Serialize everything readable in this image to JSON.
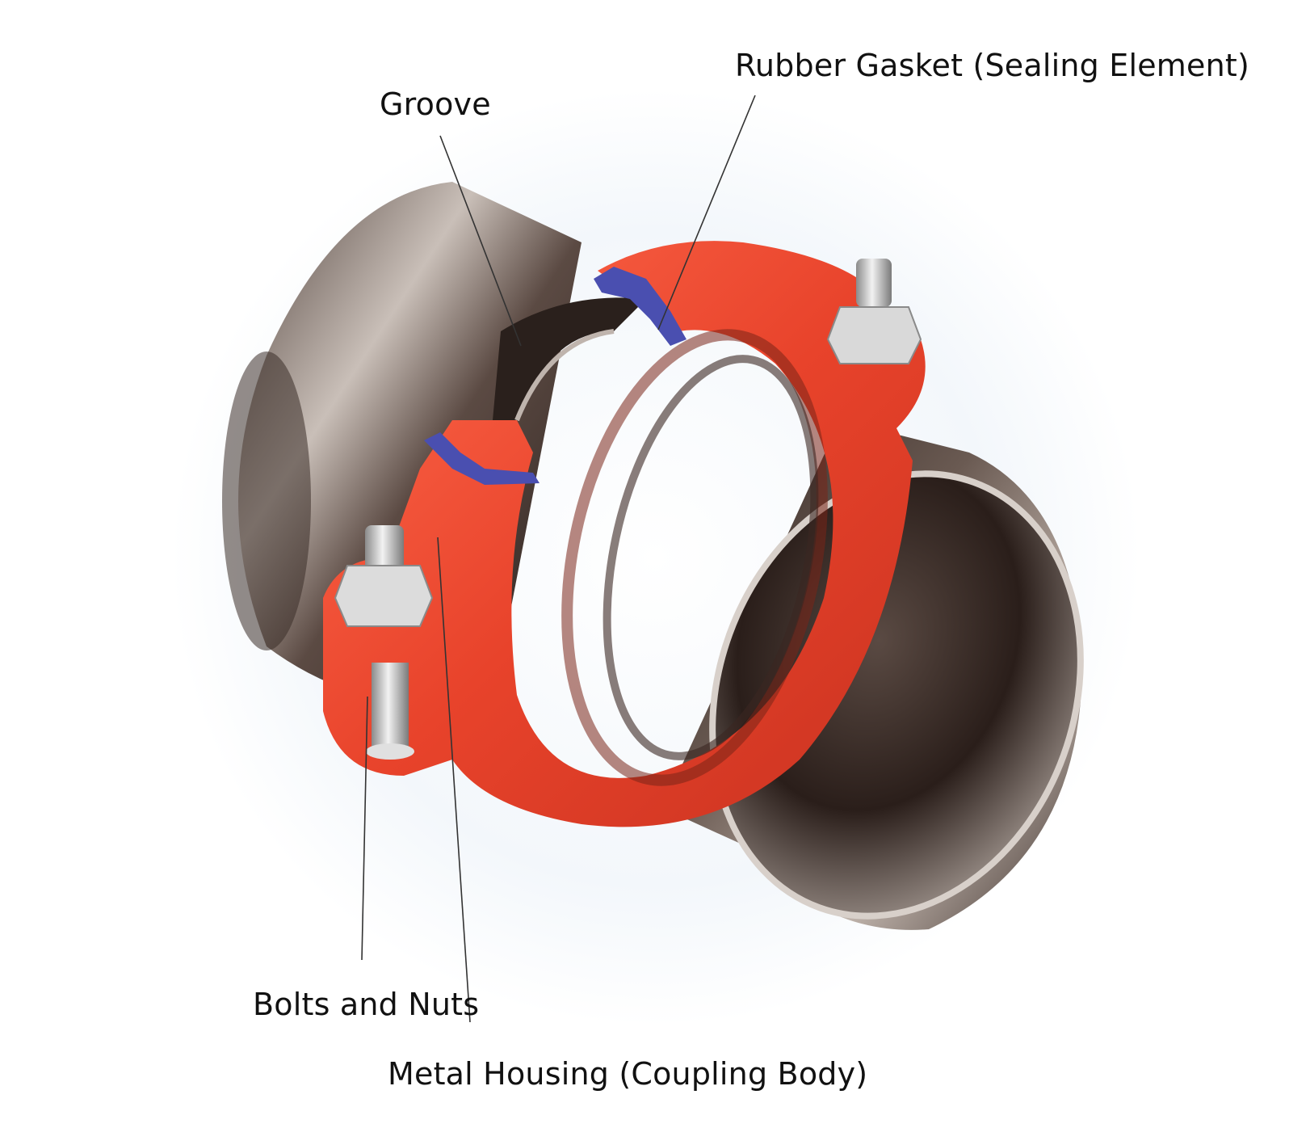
{
  "labels": {
    "rubber_gasket": "Rubber Gasket (Sealing Element)",
    "groove": "Groove",
    "bolts_and_nuts": "Bolts and Nuts",
    "metal_housing": "Metal Housing (Coupling Body)"
  },
  "colors": {
    "housing_red": "#e8432b",
    "pipe_dark": "#3a2e2a",
    "gasket_blue": "#4a4fb0",
    "background_glow": "#eef4fa"
  }
}
